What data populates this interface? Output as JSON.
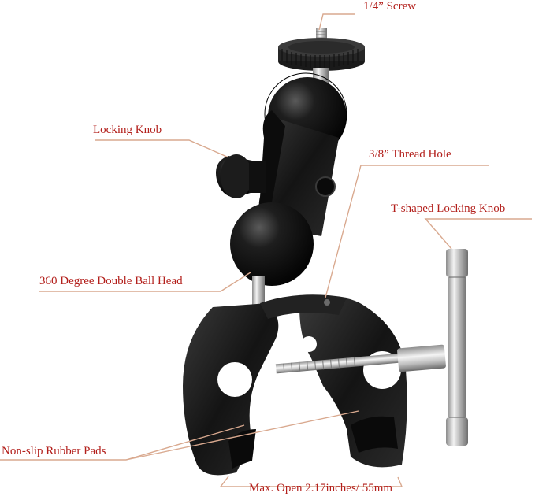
{
  "labels": {
    "screw": "1/4” Screw",
    "locking_knob": "Locking Knob",
    "thread_hole": "3/8” Thread Hole",
    "t_knob": "T-shaped Locking Knob",
    "ball_head": "360 Degree Double Ball Head",
    "rubber_pads": "Non-slip Rubber Pads",
    "max_open": "Max. Open 2.17inches/ 55mm"
  },
  "colors": {
    "label_text": "#b3201c",
    "leader_line": "#d9a98f",
    "metal_black": "#161616",
    "metal_silver": "#c9c9c9"
  }
}
